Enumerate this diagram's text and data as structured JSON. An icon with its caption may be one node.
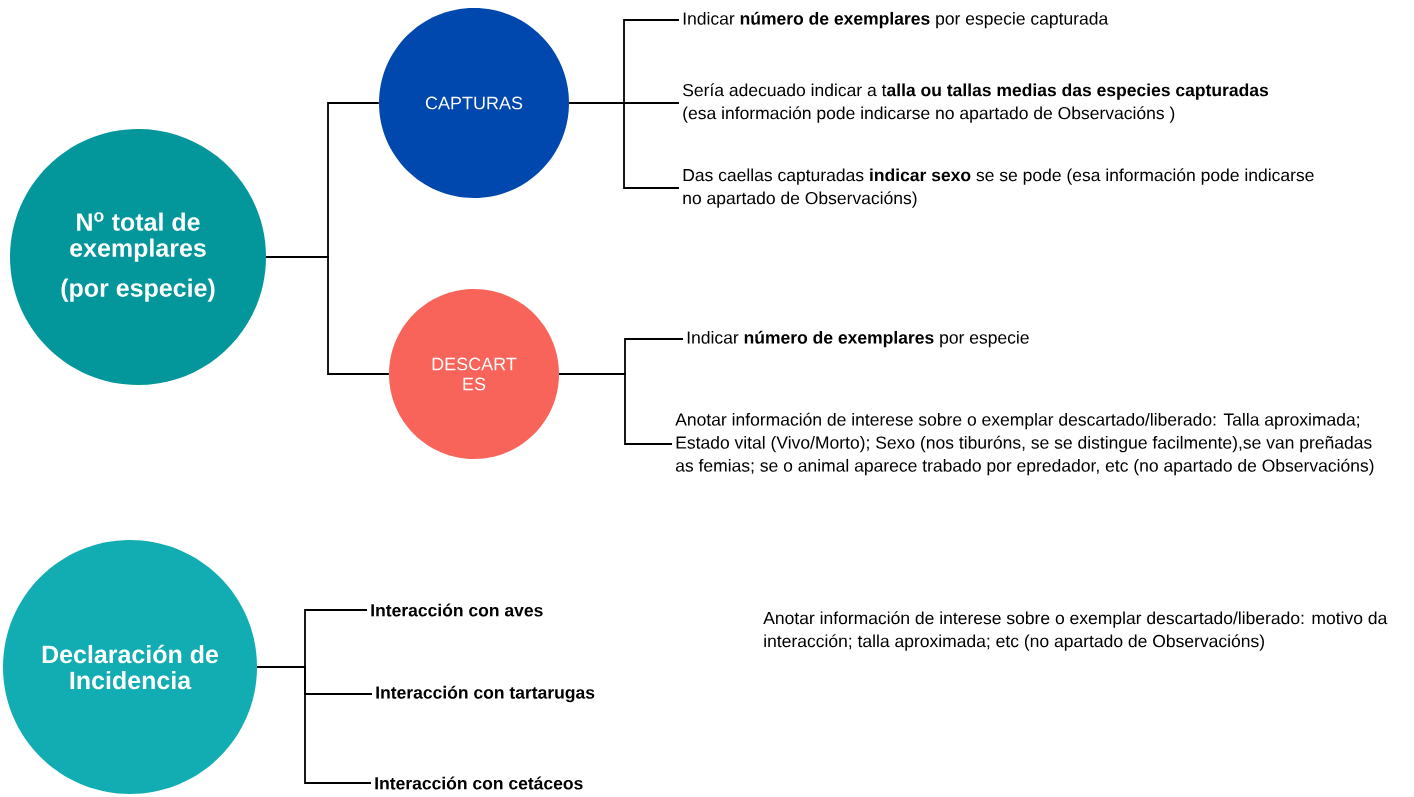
{
  "diagram": {
    "nodes": [
      {
        "text": [
          "N$^{o}$ total de exemplares",
          "(por especie)"
        ]
      },
      {
        "text": [
          "CAPTURAS"
        ]
      },
      {
        "text": [
          "DESCART ES"
        ]
      },
      {
        "text": [
          "Indicar **número de exemplares** por especie capturada"
        ]
      },
      {
        "text": [
          "Sería adecuado indicar a t**alla ou tallas medias das especies capturadas** (esa información pode indicarse no apartado de Observacións )"
        ]
      },
      {
        "text": [
          "Das caellas capturadas **indicar sexo** se se pode (esa información pode indicarse no apartado de Observacións)"
        ]
      },
      {
        "text": [
          "Indicar **número de exemplares** por especie"
        ]
      },
      {
        "text": [
          "Anotar información de interese sobre o exemplar descartado/liberado: Talla aproximada; Estado vital (Vivo/Morto); Sexo (nos tiburóns, se se distingue facilmente),se van preñadas as femias;  se o animal aparece trabado por epredador, etc  (no apartado de Observacións)"
        ]
      },
      {
        "text": [
          "Declaración de Incidencia"
        ]
      },
      {
        "text": [
          "Interacción con aves"
        ]
      },
      {
        "text": [
          "Interacción con tartarugas"
        ]
      },
      {
        "text": [
          "Interacción con cetáceos"
        ]
      }
    ],
    "edges": [
      {
        "from": 0,
        "to": 1,
        "arrow": "none"
      },
      {
        "from": 0,
        "to": 2,
        "arrow": "none"
      },
      {
        "from": 1,
        "to": 3,
        "arrow": "none"
      },
      {
        "from": 1,
        "to": 4,
        "arrow": "none"
      },
      {
        "from": 1,
        "to": 5,
        "arrow": "none"
      },
      {
        "from": 2,
        "to": 6,
        "arrow": "none"
      },
      {
        "from": 2,
        "to": 7,
        "arrow": "none"
      },
      {
        "from": 8,
        "to": 9,
        "arrow": "none"
      },
      {
        "from": 8,
        "to": 10,
        "arrow": "none"
      },
      {
        "from": 8,
        "to": 11,
        "arrow": "none"
      }
    ],
    "labels": [
      "Anotar información de interese sobre o exemplar descartado/liberado:  motivo da interacción;  talla aproximada; etc (no apartado de Observacións)"
    ]
  }
}
